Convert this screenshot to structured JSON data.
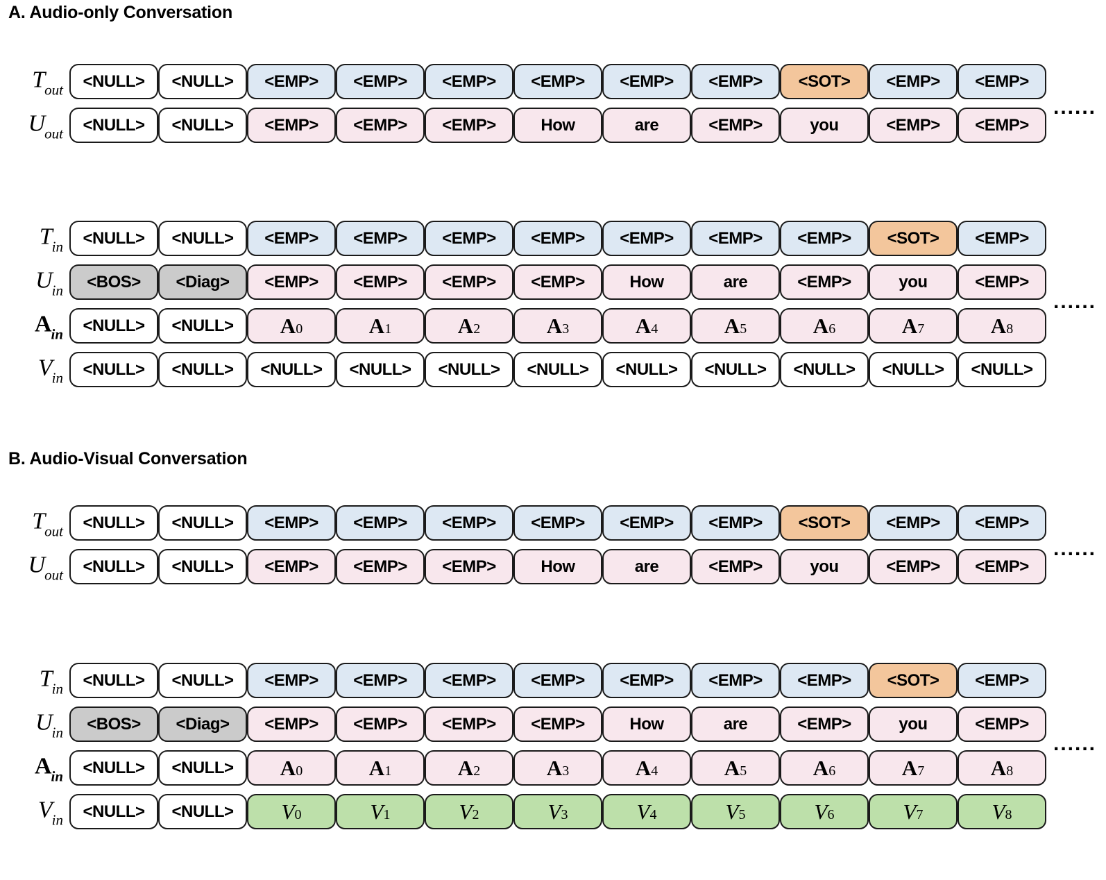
{
  "sections": [
    {
      "id": "audio-only",
      "title": "A. Audio-only Conversation",
      "blocks": [
        {
          "id": "a-output",
          "rows": [
            {
              "label_main": "T",
              "label_sub": "out",
              "label_style": "italic",
              "cells": [
                {
                  "text": "<NULL>",
                  "color": "white"
                },
                {
                  "text": "<NULL>",
                  "color": "white"
                },
                {
                  "text": "<EMP>",
                  "color": "blue"
                },
                {
                  "text": "<EMP>",
                  "color": "blue"
                },
                {
                  "text": "<EMP>",
                  "color": "blue"
                },
                {
                  "text": "<EMP>",
                  "color": "blue"
                },
                {
                  "text": "<EMP>",
                  "color": "blue"
                },
                {
                  "text": "<EMP>",
                  "color": "blue"
                },
                {
                  "text": "<SOT>",
                  "color": "orange"
                },
                {
                  "text": "<EMP>",
                  "color": "blue"
                },
                {
                  "text": "<EMP>",
                  "color": "blue"
                }
              ]
            },
            {
              "label_main": "U",
              "label_sub": "out",
              "label_style": "italic",
              "cells": [
                {
                  "text": "<NULL>",
                  "color": "white"
                },
                {
                  "text": "<NULL>",
                  "color": "white"
                },
                {
                  "text": "<EMP>",
                  "color": "pink"
                },
                {
                  "text": "<EMP>",
                  "color": "pink"
                },
                {
                  "text": "<EMP>",
                  "color": "pink"
                },
                {
                  "text": "How",
                  "color": "pink"
                },
                {
                  "text": "are",
                  "color": "pink"
                },
                {
                  "text": "<EMP>",
                  "color": "pink"
                },
                {
                  "text": "you",
                  "color": "pink"
                },
                {
                  "text": "<EMP>",
                  "color": "pink"
                },
                {
                  "text": "<EMP>",
                  "color": "pink"
                }
              ]
            }
          ],
          "ellipsis": "......"
        },
        {
          "id": "a-input",
          "rows": [
            {
              "label_main": "T",
              "label_sub": "in",
              "label_style": "italic",
              "cells": [
                {
                  "text": "<NULL>",
                  "color": "white"
                },
                {
                  "text": "<NULL>",
                  "color": "white"
                },
                {
                  "text": "<EMP>",
                  "color": "blue"
                },
                {
                  "text": "<EMP>",
                  "color": "blue"
                },
                {
                  "text": "<EMP>",
                  "color": "blue"
                },
                {
                  "text": "<EMP>",
                  "color": "blue"
                },
                {
                  "text": "<EMP>",
                  "color": "blue"
                },
                {
                  "text": "<EMP>",
                  "color": "blue"
                },
                {
                  "text": "<EMP>",
                  "color": "blue"
                },
                {
                  "text": "<SOT>",
                  "color": "orange"
                },
                {
                  "text": "<EMP>",
                  "color": "blue"
                }
              ]
            },
            {
              "label_main": "U",
              "label_sub": "in",
              "label_style": "italic",
              "cells": [
                {
                  "text": "<BOS>",
                  "color": "gray"
                },
                {
                  "text": "<Diag>",
                  "color": "gray"
                },
                {
                  "text": "<EMP>",
                  "color": "pink"
                },
                {
                  "text": "<EMP>",
                  "color": "pink"
                },
                {
                  "text": "<EMP>",
                  "color": "pink"
                },
                {
                  "text": "<EMP>",
                  "color": "pink"
                },
                {
                  "text": "How",
                  "color": "pink"
                },
                {
                  "text": "are",
                  "color": "pink"
                },
                {
                  "text": "<EMP>",
                  "color": "pink"
                },
                {
                  "text": "you",
                  "color": "pink"
                },
                {
                  "text": "<EMP>",
                  "color": "pink"
                }
              ]
            },
            {
              "label_main": "A",
              "label_sub": "in",
              "label_style": "bold",
              "cells": [
                {
                  "text": "<NULL>",
                  "color": "white"
                },
                {
                  "text": "<NULL>",
                  "color": "white"
                },
                {
                  "math": "A",
                  "sub": "0",
                  "color": "pink"
                },
                {
                  "math": "A",
                  "sub": "1",
                  "color": "pink"
                },
                {
                  "math": "A",
                  "sub": "2",
                  "color": "pink"
                },
                {
                  "math": "A",
                  "sub": "3",
                  "color": "pink"
                },
                {
                  "math": "A",
                  "sub": "4",
                  "color": "pink"
                },
                {
                  "math": "A",
                  "sub": "5",
                  "color": "pink"
                },
                {
                  "math": "A",
                  "sub": "6",
                  "color": "pink"
                },
                {
                  "math": "A",
                  "sub": "7",
                  "color": "pink"
                },
                {
                  "math": "A",
                  "sub": "8",
                  "color": "pink"
                }
              ]
            },
            {
              "label_main": "V",
              "label_sub": "in",
              "label_style": "italic",
              "cells": [
                {
                  "text": "<NULL>",
                  "color": "white"
                },
                {
                  "text": "<NULL>",
                  "color": "white"
                },
                {
                  "text": "<NULL>",
                  "color": "white"
                },
                {
                  "text": "<NULL>",
                  "color": "white"
                },
                {
                  "text": "<NULL>",
                  "color": "white"
                },
                {
                  "text": "<NULL>",
                  "color": "white"
                },
                {
                  "text": "<NULL>",
                  "color": "white"
                },
                {
                  "text": "<NULL>",
                  "color": "white"
                },
                {
                  "text": "<NULL>",
                  "color": "white"
                },
                {
                  "text": "<NULL>",
                  "color": "white"
                },
                {
                  "text": "<NULL>",
                  "color": "white"
                }
              ]
            }
          ],
          "ellipsis": "......"
        }
      ]
    },
    {
      "id": "audio-visual",
      "title": "B. Audio-Visual Conversation",
      "blocks": [
        {
          "id": "b-output",
          "rows": [
            {
              "label_main": "T",
              "label_sub": "out",
              "label_style": "italic",
              "cells": [
                {
                  "text": "<NULL>",
                  "color": "white"
                },
                {
                  "text": "<NULL>",
                  "color": "white"
                },
                {
                  "text": "<EMP>",
                  "color": "blue"
                },
                {
                  "text": "<EMP>",
                  "color": "blue"
                },
                {
                  "text": "<EMP>",
                  "color": "blue"
                },
                {
                  "text": "<EMP>",
                  "color": "blue"
                },
                {
                  "text": "<EMP>",
                  "color": "blue"
                },
                {
                  "text": "<EMP>",
                  "color": "blue"
                },
                {
                  "text": "<SOT>",
                  "color": "orange"
                },
                {
                  "text": "<EMP>",
                  "color": "blue"
                },
                {
                  "text": "<EMP>",
                  "color": "blue"
                }
              ]
            },
            {
              "label_main": "U",
              "label_sub": "out",
              "label_style": "italic",
              "cells": [
                {
                  "text": "<NULL>",
                  "color": "white"
                },
                {
                  "text": "<NULL>",
                  "color": "white"
                },
                {
                  "text": "<EMP>",
                  "color": "pink"
                },
                {
                  "text": "<EMP>",
                  "color": "pink"
                },
                {
                  "text": "<EMP>",
                  "color": "pink"
                },
                {
                  "text": "How",
                  "color": "pink"
                },
                {
                  "text": "are",
                  "color": "pink"
                },
                {
                  "text": "<EMP>",
                  "color": "pink"
                },
                {
                  "text": "you",
                  "color": "pink"
                },
                {
                  "text": "<EMP>",
                  "color": "pink"
                },
                {
                  "text": "<EMP>",
                  "color": "pink"
                }
              ]
            }
          ],
          "ellipsis": "......"
        },
        {
          "id": "b-input",
          "rows": [
            {
              "label_main": "T",
              "label_sub": "in",
              "label_style": "italic",
              "cells": [
                {
                  "text": "<NULL>",
                  "color": "white"
                },
                {
                  "text": "<NULL>",
                  "color": "white"
                },
                {
                  "text": "<EMP>",
                  "color": "blue"
                },
                {
                  "text": "<EMP>",
                  "color": "blue"
                },
                {
                  "text": "<EMP>",
                  "color": "blue"
                },
                {
                  "text": "<EMP>",
                  "color": "blue"
                },
                {
                  "text": "<EMP>",
                  "color": "blue"
                },
                {
                  "text": "<EMP>",
                  "color": "blue"
                },
                {
                  "text": "<EMP>",
                  "color": "blue"
                },
                {
                  "text": "<SOT>",
                  "color": "orange"
                },
                {
                  "text": "<EMP>",
                  "color": "blue"
                }
              ]
            },
            {
              "label_main": "U",
              "label_sub": "in",
              "label_style": "italic",
              "cells": [
                {
                  "text": "<BOS>",
                  "color": "gray"
                },
                {
                  "text": "<Diag>",
                  "color": "gray"
                },
                {
                  "text": "<EMP>",
                  "color": "pink"
                },
                {
                  "text": "<EMP>",
                  "color": "pink"
                },
                {
                  "text": "<EMP>",
                  "color": "pink"
                },
                {
                  "text": "<EMP>",
                  "color": "pink"
                },
                {
                  "text": "How",
                  "color": "pink"
                },
                {
                  "text": "are",
                  "color": "pink"
                },
                {
                  "text": "<EMP>",
                  "color": "pink"
                },
                {
                  "text": "you",
                  "color": "pink"
                },
                {
                  "text": "<EMP>",
                  "color": "pink"
                }
              ]
            },
            {
              "label_main": "A",
              "label_sub": "in",
              "label_style": "bold",
              "cells": [
                {
                  "text": "<NULL>",
                  "color": "white"
                },
                {
                  "text": "<NULL>",
                  "color": "white"
                },
                {
                  "math": "A",
                  "sub": "0",
                  "color": "pink"
                },
                {
                  "math": "A",
                  "sub": "1",
                  "color": "pink"
                },
                {
                  "math": "A",
                  "sub": "2",
                  "color": "pink"
                },
                {
                  "math": "A",
                  "sub": "3",
                  "color": "pink"
                },
                {
                  "math": "A",
                  "sub": "4",
                  "color": "pink"
                },
                {
                  "math": "A",
                  "sub": "5",
                  "color": "pink"
                },
                {
                  "math": "A",
                  "sub": "6",
                  "color": "pink"
                },
                {
                  "math": "A",
                  "sub": "7",
                  "color": "pink"
                },
                {
                  "math": "A",
                  "sub": "8",
                  "color": "pink"
                }
              ]
            },
            {
              "label_main": "V",
              "label_sub": "in",
              "label_style": "italic",
              "cells": [
                {
                  "text": "<NULL>",
                  "color": "white"
                },
                {
                  "text": "<NULL>",
                  "color": "white"
                },
                {
                  "math": "V",
                  "sub": "0",
                  "color": "green",
                  "italic": true
                },
                {
                  "math": "V",
                  "sub": "1",
                  "color": "green",
                  "italic": true
                },
                {
                  "math": "V",
                  "sub": "2",
                  "color": "green",
                  "italic": true
                },
                {
                  "math": "V",
                  "sub": "3",
                  "color": "green",
                  "italic": true
                },
                {
                  "math": "V",
                  "sub": "4",
                  "color": "green",
                  "italic": true
                },
                {
                  "math": "V",
                  "sub": "5",
                  "color": "green",
                  "italic": true
                },
                {
                  "math": "V",
                  "sub": "6",
                  "color": "green",
                  "italic": true
                },
                {
                  "math": "V",
                  "sub": "7",
                  "color": "green",
                  "italic": true
                },
                {
                  "math": "V",
                  "sub": "8",
                  "color": "green",
                  "italic": true
                }
              ]
            }
          ],
          "ellipsis": "......"
        }
      ]
    }
  ],
  "colors": {
    "white": "#ffffff",
    "blue": "#dde8f3",
    "pink": "#f8e7ed",
    "orange": "#f3c69c",
    "gray": "#cbcbcb",
    "green": "#bde0aa",
    "border": "#1a1a1a",
    "text": "#000000"
  },
  "layout": {
    "section_title_tops": [
      4,
      647
    ],
    "block_tops": [
      92,
      318,
      728,
      955
    ],
    "ellipsis_tops": [
      140,
      420,
      776,
      1057
    ]
  }
}
